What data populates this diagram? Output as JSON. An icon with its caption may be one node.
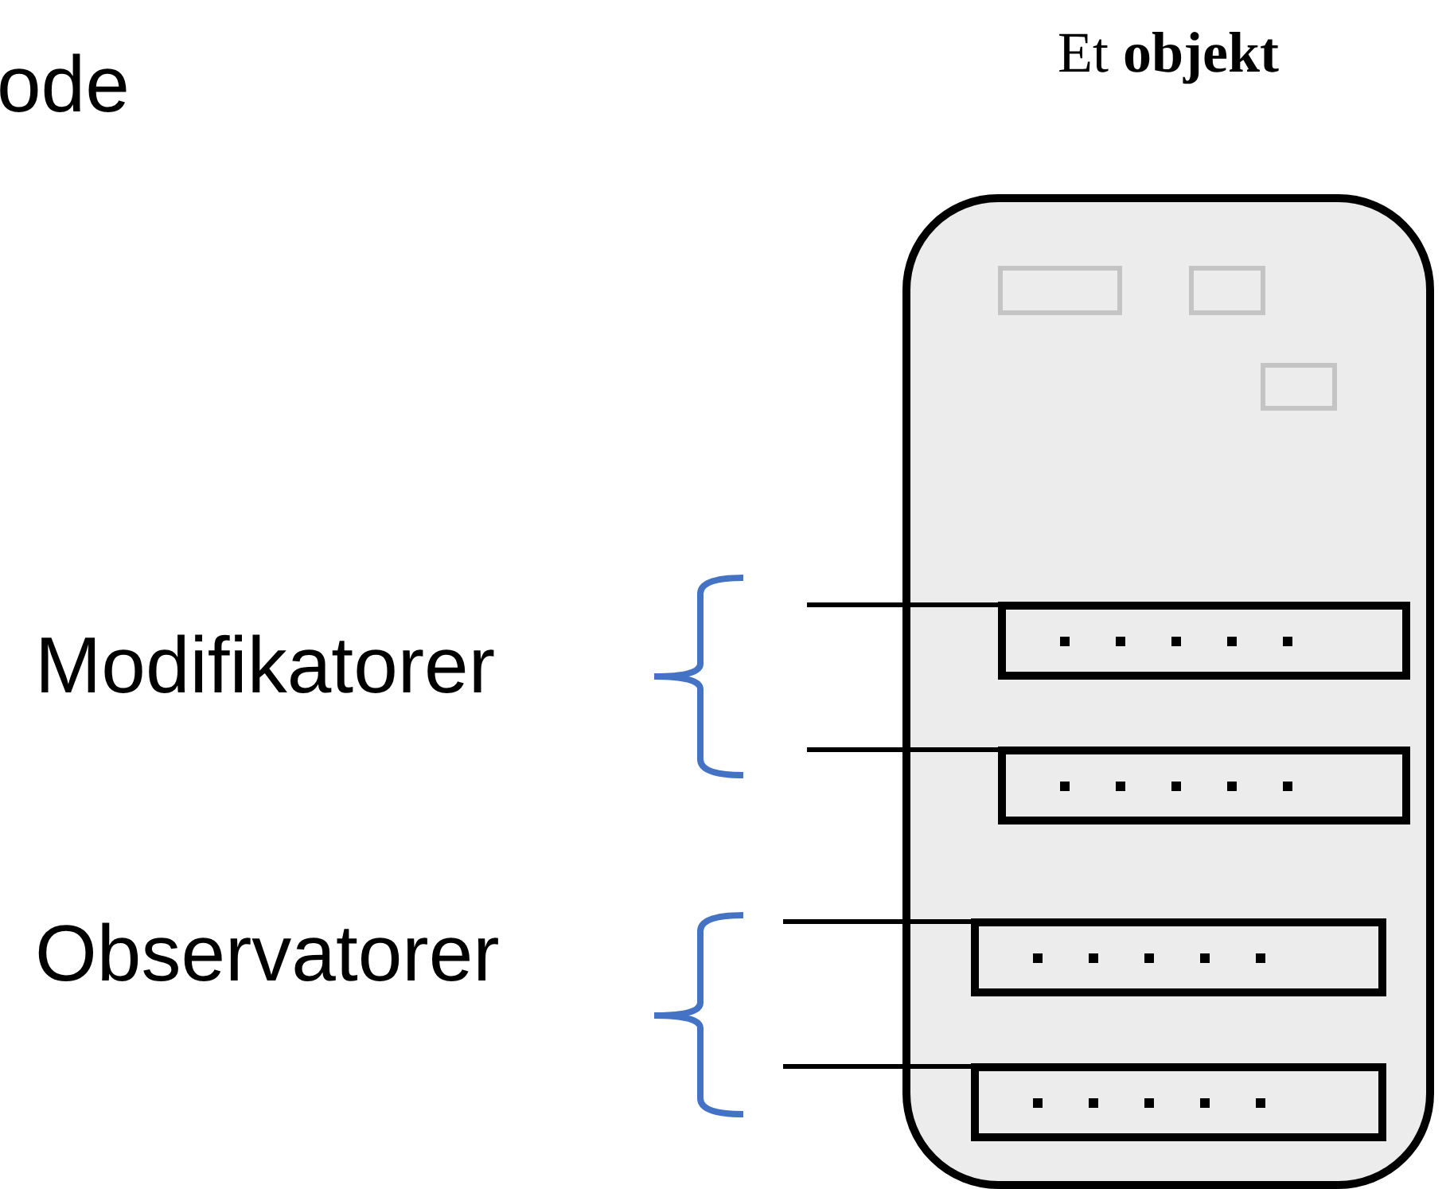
{
  "diagram": {
    "nodes": [
      {
        "text": [
          "Et **objekt**"
        ]
      },
      {
        "text": [],
        "shape": "box",
        "in": 0
      },
      {
        "text": [],
        "shape": "box",
        "in": 0
      },
      {
        "text": [],
        "shape": "box",
        "in": 0
      },
      {
        "text": [],
        "shape": "box",
        "in": 0
      },
      {
        "text": [],
        "shape": "box",
        "in": 0
      },
      {
        "text": [],
        "shape": "box",
        "in": 0
      },
      {
        "text": [],
        "shape": "box",
        "in": 0
      }
    ],
    "edges": [
      {
        "from": null,
        "to": 4,
        "arrow": "none"
      },
      {
        "from": null,
        "to": 5,
        "arrow": "none"
      },
      {
        "from": null,
        "to": 6,
        "arrow": "none"
      },
      {
        "from": null,
        "to": 7,
        "arrow": "none"
      }
    ],
    "labels": [
      "ode",
      "Modifikatorer",
      "Observatorer"
    ]
  }
}
